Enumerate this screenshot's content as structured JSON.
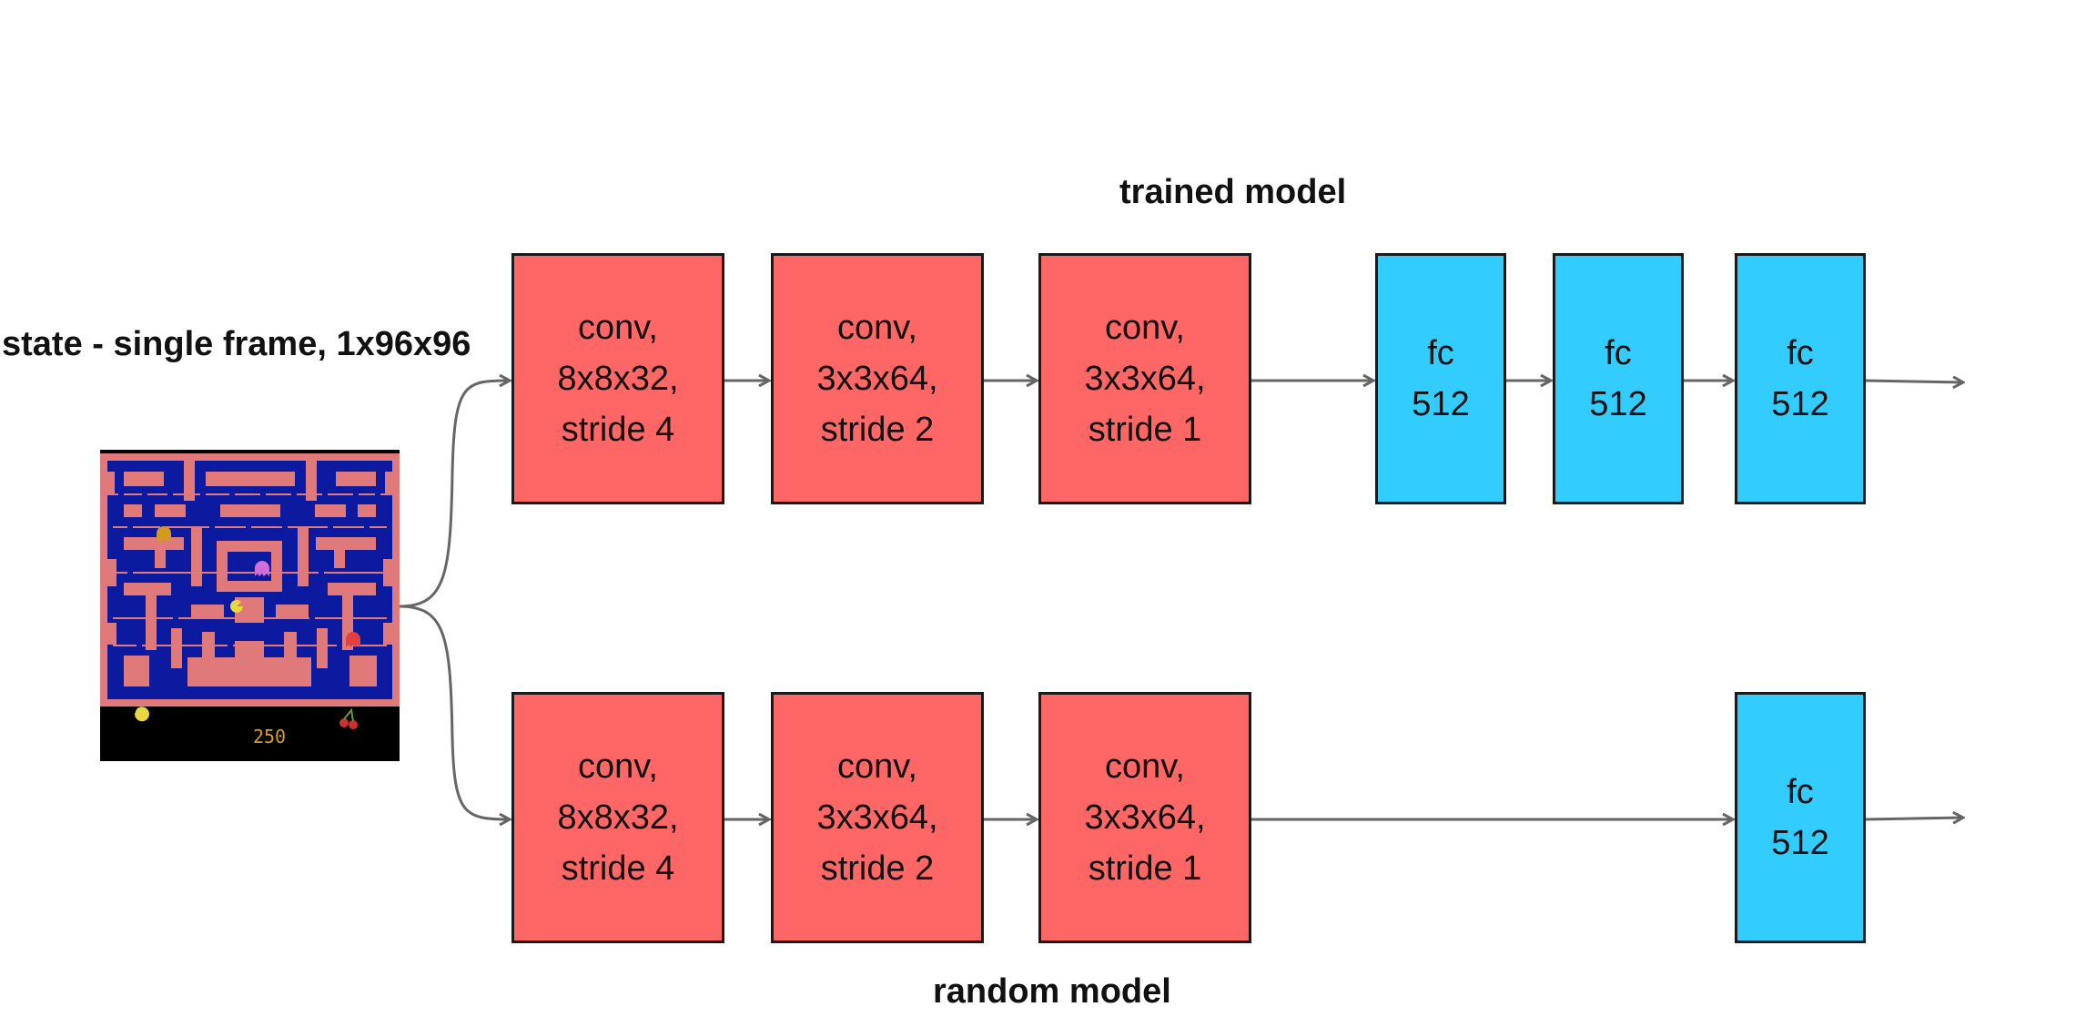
{
  "labels": {
    "trained": "trained model",
    "random": "random model",
    "state": "state - single frame, 1x96x96"
  },
  "trained_model": {
    "conv_layers": [
      {
        "line1": "conv,",
        "line2": "8x8x32,",
        "line3": "stride 4"
      },
      {
        "line1": "conv,",
        "line2": "3x3x64,",
        "line3": "stride 2"
      },
      {
        "line1": "conv,",
        "line2": "3x3x64,",
        "line3": "stride 1"
      }
    ],
    "fc_layers": [
      {
        "line1": "fc",
        "line2": "512"
      },
      {
        "line1": "fc",
        "line2": "512"
      },
      {
        "line1": "fc",
        "line2": "512"
      }
    ]
  },
  "random_model": {
    "conv_layers": [
      {
        "line1": "conv,",
        "line2": "8x8x32,",
        "line3": "stride 4"
      },
      {
        "line1": "conv,",
        "line2": "3x3x64,",
        "line3": "stride 2"
      },
      {
        "line1": "conv,",
        "line2": "3x3x64,",
        "line3": "stride 1"
      }
    ],
    "fc_layers": [
      {
        "line1": "fc",
        "line2": "512"
      }
    ]
  },
  "game_frame": {
    "score": "250"
  },
  "colors": {
    "conv": "#ff6666",
    "fc": "#33ccff",
    "arrow": "#666666",
    "maze_bg": "#0b1a9e",
    "maze_wall": "#e07a7a"
  }
}
